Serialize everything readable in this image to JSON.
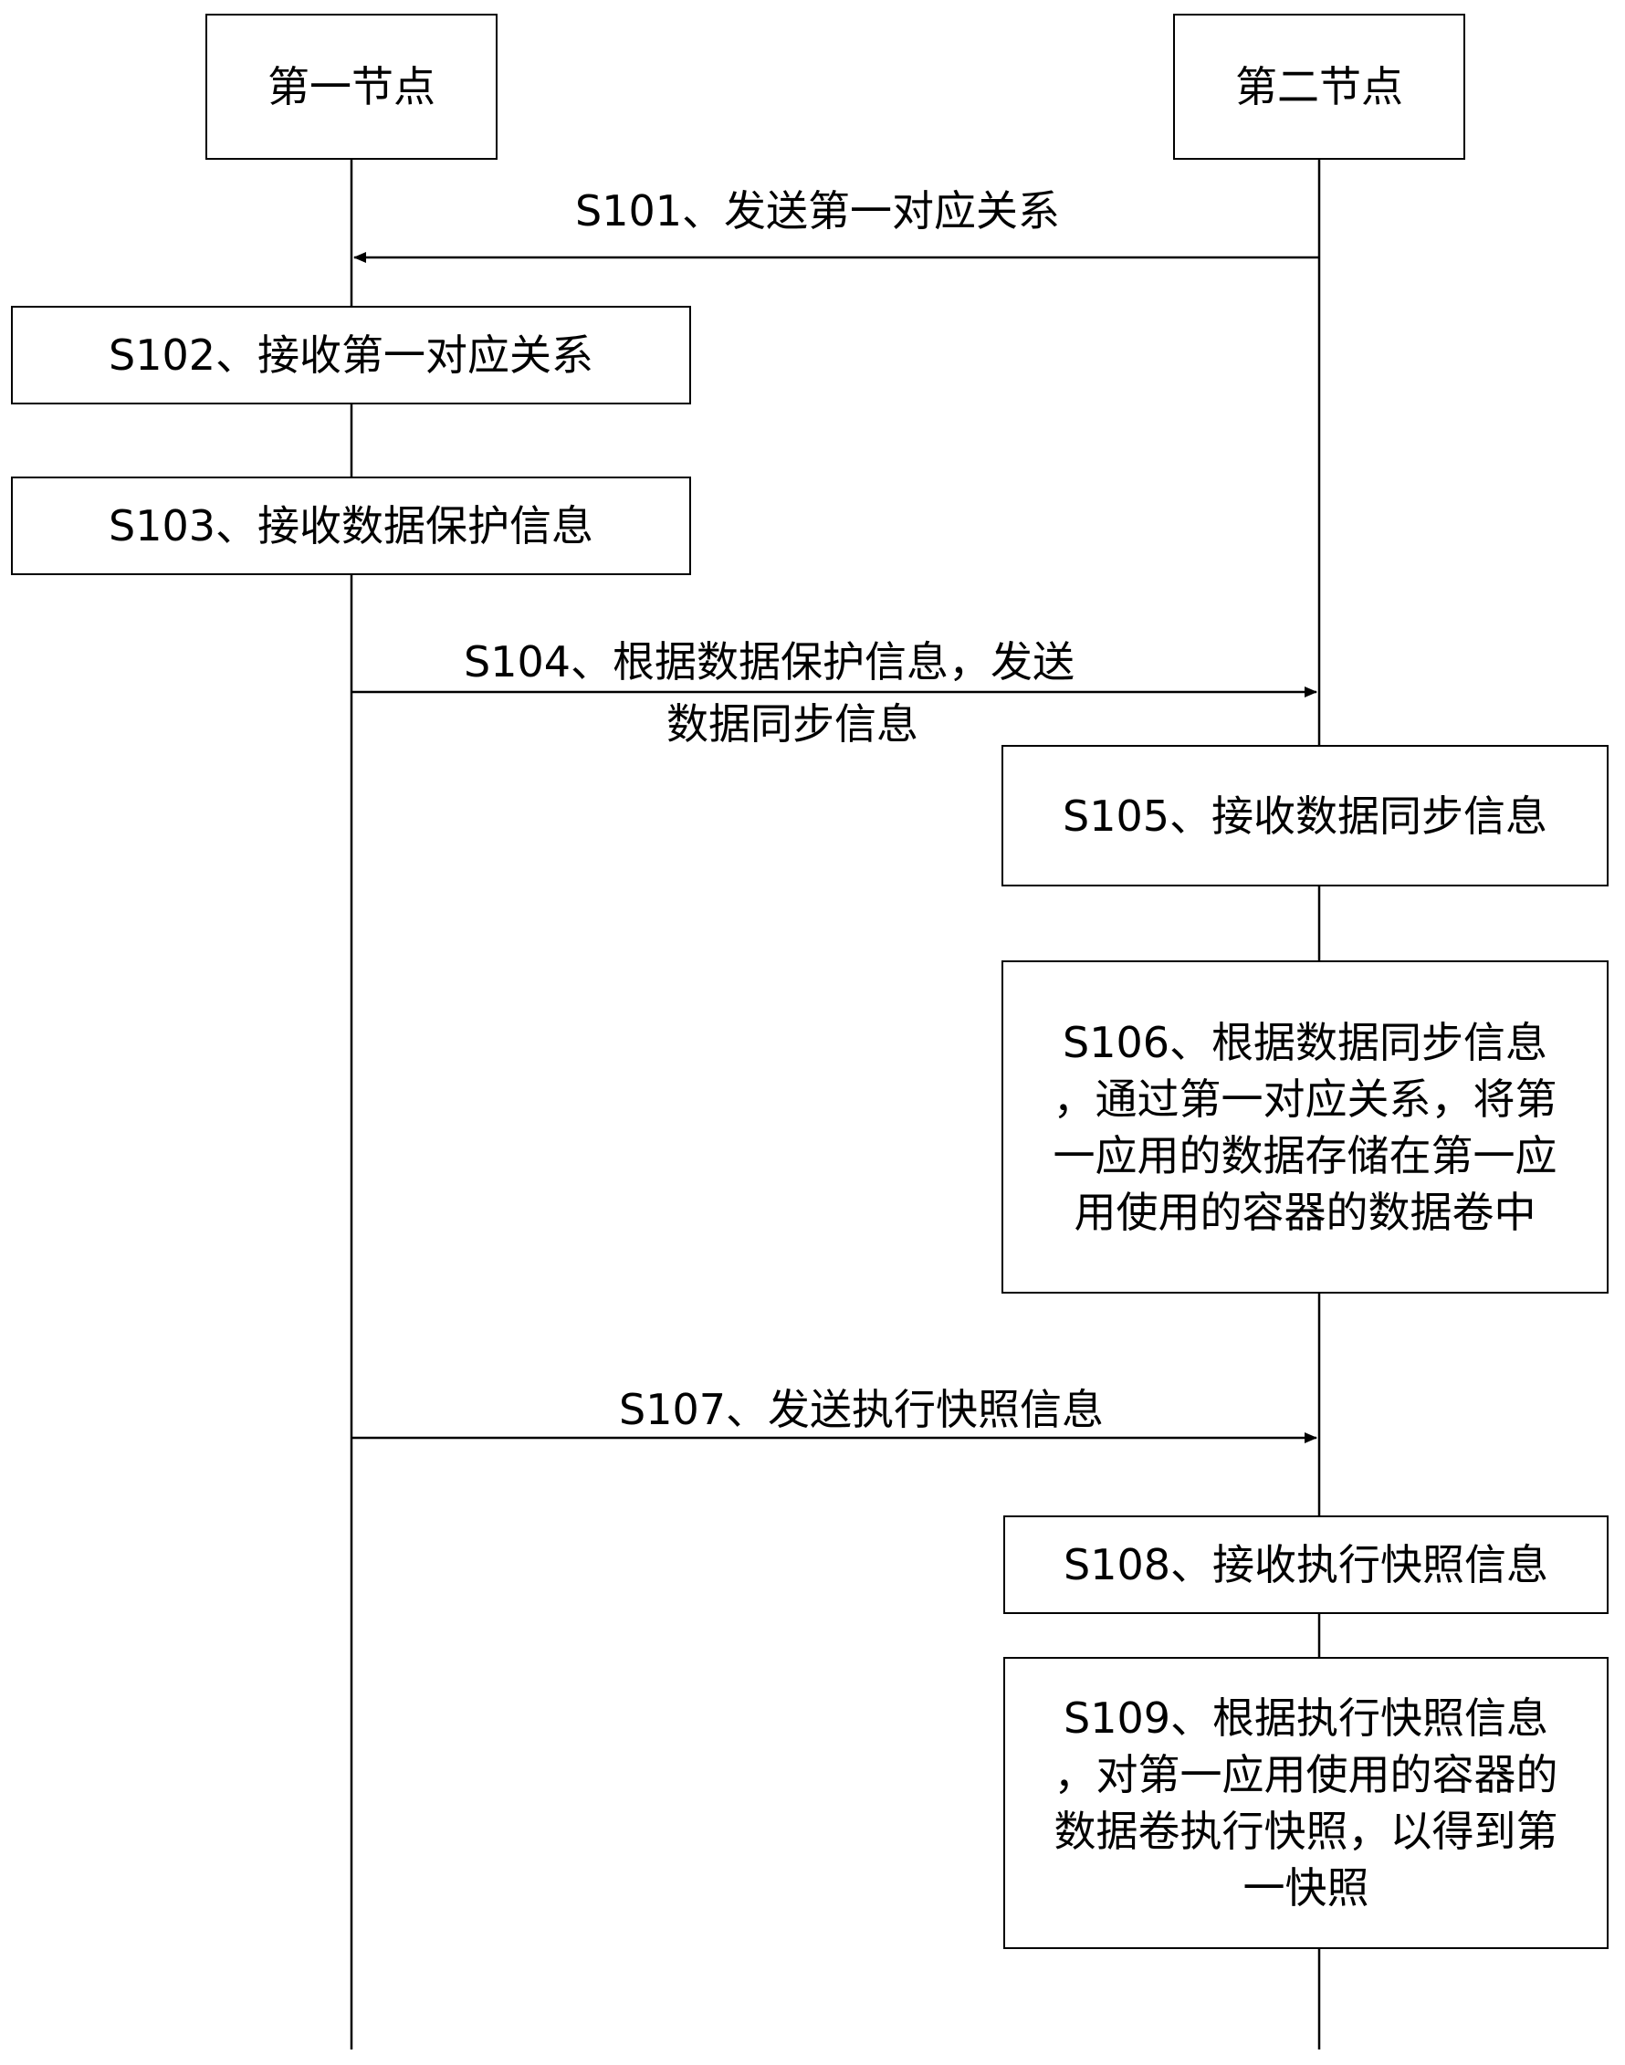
{
  "participants": {
    "first_node": "第一节点",
    "second_node": "第二节点"
  },
  "messages": {
    "s101": "S101、发送第一对应关系",
    "s104_line1": "S104、根据数据保护信息，发送",
    "s104_line2": "数据同步信息",
    "s107": "S107、发送执行快照信息"
  },
  "steps": {
    "s102": "S102、接收第一对应关系",
    "s103": "S103、接收数据保护信息",
    "s105": "S105、接收数据同步信息",
    "s106": "S106、根据数据同步信息\n，通过第一对应关系，将第\n一应用的数据存储在第一应\n用使用的容器的数据卷中",
    "s108": "S108、接收执行快照信息",
    "s109": "S109、根据执行快照信息\n，对第一应用使用的容器的\n数据卷执行快照，以得到第\n一快照"
  }
}
